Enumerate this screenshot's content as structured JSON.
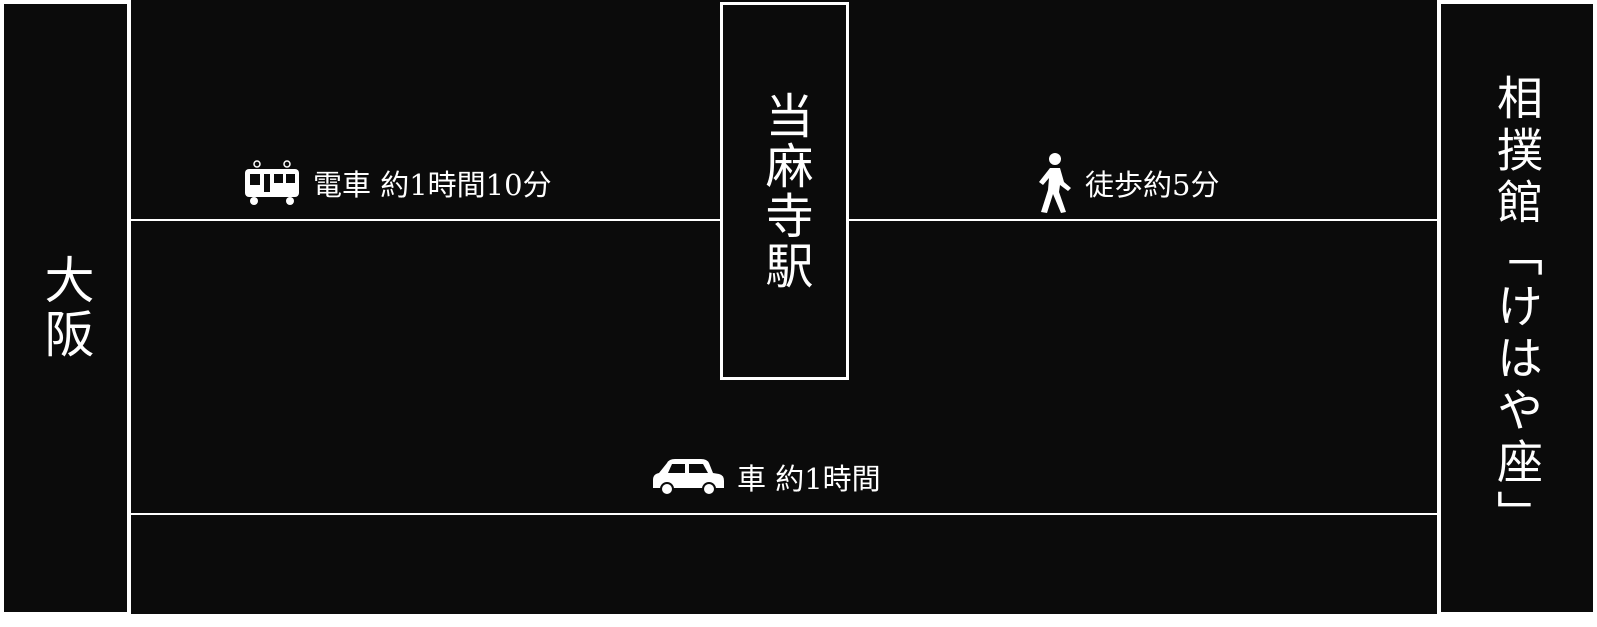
{
  "colors": {
    "background": "#0b0b0b",
    "lines": "#ffffff",
    "text": "#ffffff"
  },
  "nodes": {
    "origin": "大阪",
    "station": "当麻寺駅",
    "destination": "相撲館「けはや座」"
  },
  "routes": {
    "train": {
      "icon": "train-icon",
      "label": "電車 約1時間10分"
    },
    "walk": {
      "icon": "walking-person-icon",
      "label": "徒歩約5分"
    },
    "car": {
      "icon": "car-icon",
      "label": "車 約1時間"
    }
  }
}
